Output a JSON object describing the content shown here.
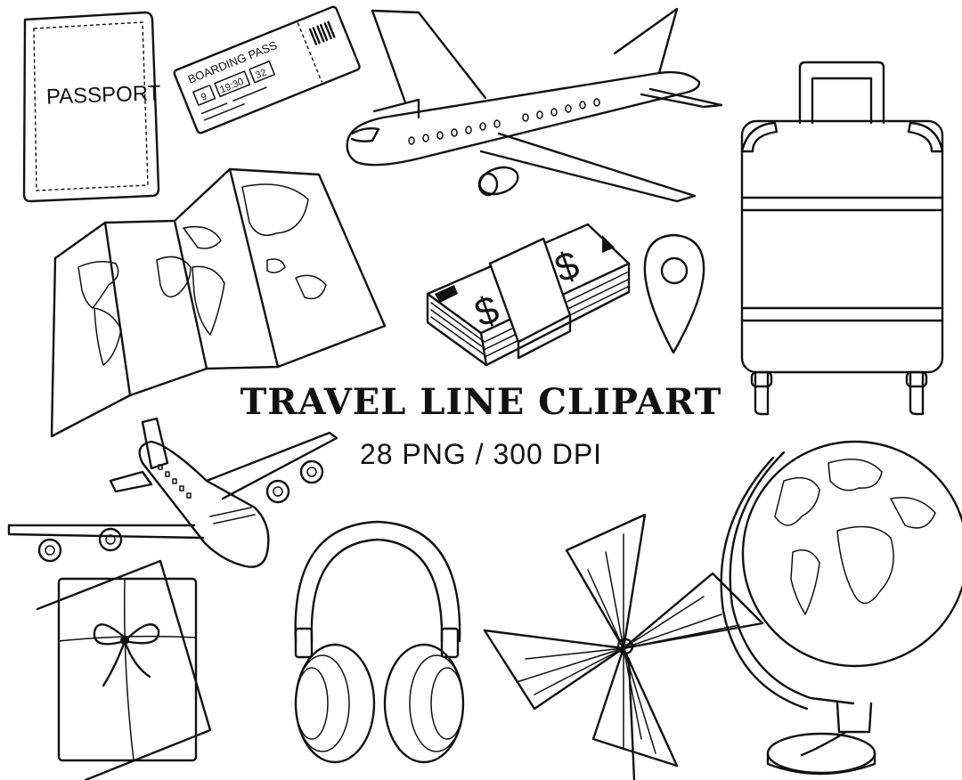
{
  "title": "TRAVEL LINE CLIPART",
  "subtitle": "28 PNG / 300 DPI",
  "passport": {
    "label": "PASSPORT"
  },
  "boarding_pass": {
    "label": "BOARDING PASS",
    "box1": "9",
    "box2": "19:30",
    "box3": "32"
  },
  "money": {
    "symbol": "$"
  },
  "colors": {
    "ink": "#111111",
    "background": "#ffffff"
  },
  "icons": [
    "passport-icon",
    "boarding-pass-icon",
    "airplane-icon",
    "suitcase-icon",
    "folded-map-icon",
    "money-stack-icon",
    "location-pin-icon",
    "jumbo-jet-icon",
    "wrapped-package-icon",
    "headphones-icon",
    "pinwheel-icon",
    "globe-icon"
  ]
}
